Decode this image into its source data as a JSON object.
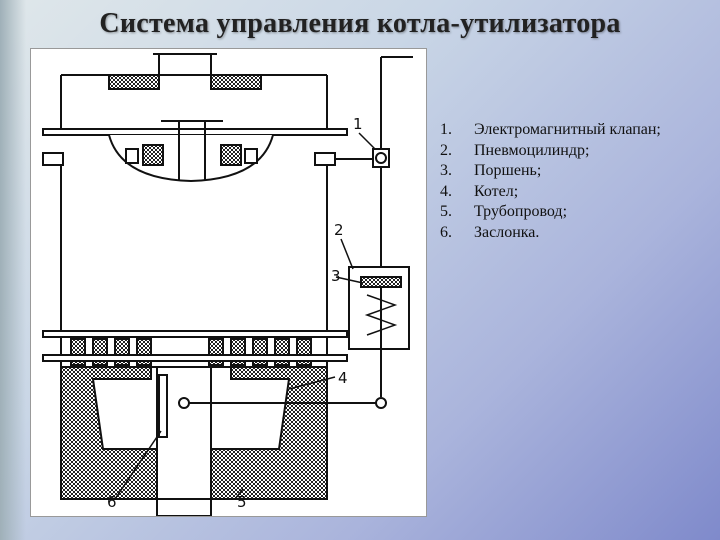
{
  "slide": {
    "title": "Система управления котла-утилизатора"
  },
  "diagram": {
    "callouts": [
      "1",
      "2",
      "3",
      "4",
      "5",
      "6"
    ]
  },
  "legend": {
    "items": [
      {
        "num": "1.",
        "text": "Электромагнитный клапан;"
      },
      {
        "num": "2.",
        "text": "Пневмоцилиндр;"
      },
      {
        "num": "3.",
        "text": "Поршень;"
      },
      {
        "num": "4.",
        "text": "Котел;"
      },
      {
        "num": "5.",
        "text": "Трубопровод;"
      },
      {
        "num": "6.",
        "text": "Заслонка."
      }
    ]
  }
}
